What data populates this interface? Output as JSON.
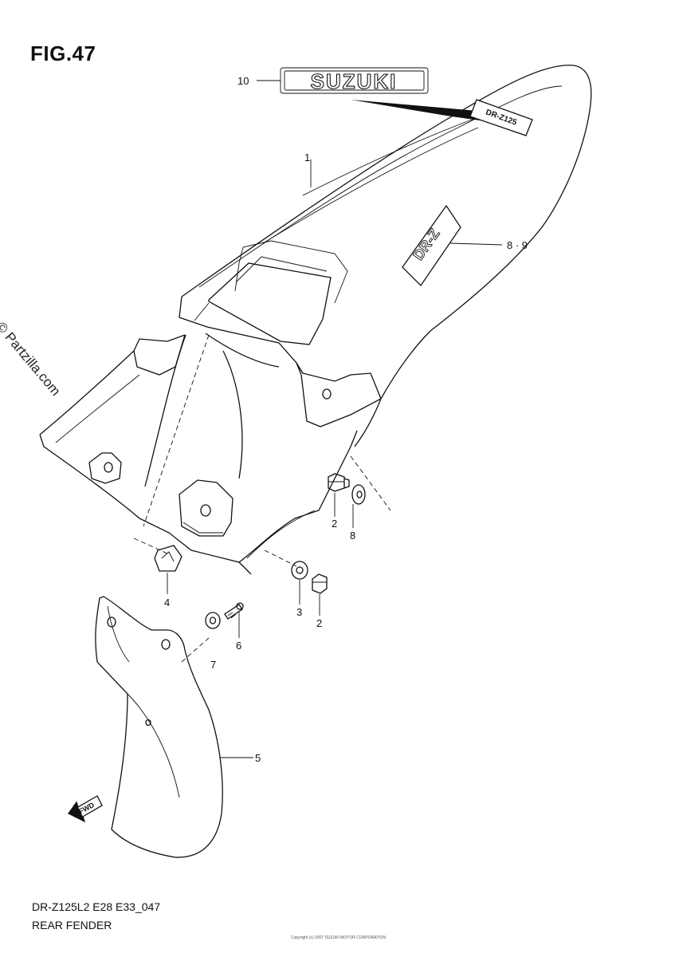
{
  "figure": {
    "title": "FIG.47"
  },
  "watermark": "© Partzilla.com",
  "model_code": "DR-Z125L2 E28 E33_047",
  "section_name": "REAR FENDER",
  "copyright": "Copyright (c) 2007 SUZUKI MOTOR CORPORATION",
  "decals": {
    "brand": "SUZUKI",
    "model": "DR-Z125",
    "fender": "DR-Z"
  },
  "front_arrow": "FWD",
  "callouts": {
    "c10": "10",
    "c1": "1",
    "c89": "8 · 9",
    "c2a": "2",
    "c8": "8",
    "c4": "4",
    "c3": "3",
    "c2b": "2",
    "c6": "6",
    "c7": "7",
    "c5": "5"
  }
}
